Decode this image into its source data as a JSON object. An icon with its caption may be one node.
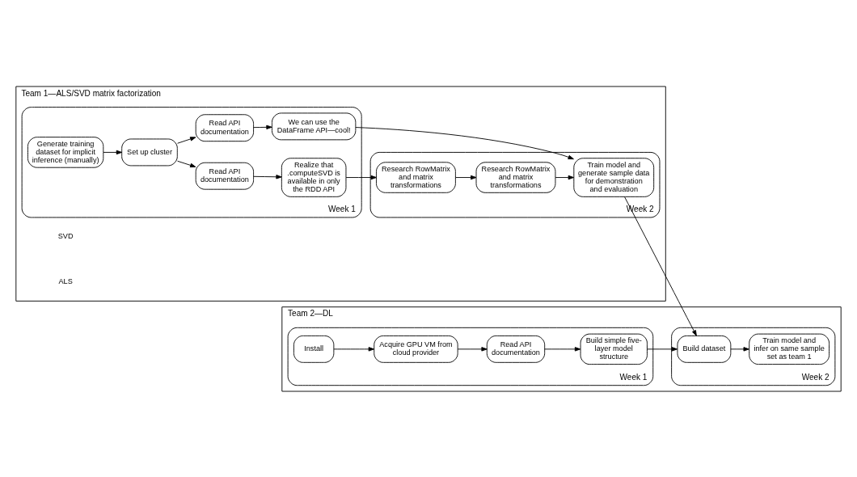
{
  "diagram": {
    "nodes": [
      {
        "text": [
          "Team 1—ALS/SVD matrix factorization"
        ]
      },
      {
        "text": [
          "Week 1"
        ],
        "in": 0
      },
      {
        "text": [
          "Week 2"
        ],
        "in": 0
      },
      {
        "text": [
          "Generate training dataset for implicit inference (manually)"
        ],
        "in": 1
      },
      {
        "text": [
          "Set up cluster"
        ],
        "in": 1
      },
      {
        "text": [
          "Read API documentation"
        ],
        "in": 1
      },
      {
        "text": [
          "Realize that .computeSVD is available in only the RDD API"
        ],
        "in": 1
      },
      {
        "text": [
          "Read API documentation"
        ],
        "in": 1
      },
      {
        "text": [
          "We can use the DataFrame API—cool!"
        ],
        "in": 1
      },
      {
        "text": [
          "Research RowMatrix and matrix transformations"
        ],
        "in": 2
      },
      {
        "text": [
          "Research RowMatrix and matrix transformations"
        ],
        "in": 2
      },
      {
        "text": [
          "Train model and generate sample data for demonstration and evaluation"
        ],
        "in": 2
      },
      {
        "text": [
          "Team 2—DL"
        ]
      },
      {
        "text": [
          "Week 1"
        ],
        "in": 12
      },
      {
        "text": [
          "Week 2"
        ],
        "in": 12
      },
      {
        "text": [
          "Install"
        ],
        "in": 13
      },
      {
        "text": [
          "Acquire GPU VM from cloud provider"
        ],
        "in": 13
      },
      {
        "text": [
          "Read API documentation"
        ],
        "in": 13
      },
      {
        "text": [
          "Build simple five-layer model structure"
        ],
        "in": 13
      },
      {
        "text": [
          "Build dataset"
        ],
        "in": 14
      },
      {
        "text": [
          "Train model and infer on same sample set as team 1"
        ],
        "in": 14
      }
    ],
    "edges": [
      {
        "from": 3,
        "to": 4,
        "arrow": "to"
      },
      {
        "from": 4,
        "to": 5,
        "arrow": "to"
      },
      {
        "from": 4,
        "to": 7,
        "arrow": "to"
      },
      {
        "from": 5,
        "to": 6,
        "arrow": "to"
      },
      {
        "from": 6,
        "to": 9,
        "arrow": "to"
      },
      {
        "from": 9,
        "to": 10,
        "arrow": "to"
      },
      {
        "from": 10,
        "to": 11,
        "arrow": "to"
      },
      {
        "from": 7,
        "to": 8,
        "arrow": "to"
      },
      {
        "from": 8,
        "to": 11,
        "arrow": "to"
      },
      {
        "from": 11,
        "to": 19,
        "arrow": "to"
      },
      {
        "from": 15,
        "to": 16,
        "arrow": "to"
      },
      {
        "from": 16,
        "to": 17,
        "arrow": "to"
      },
      {
        "from": 17,
        "to": 18,
        "arrow": "to"
      },
      {
        "from": 18,
        "to": 19,
        "arrow": "to"
      },
      {
        "from": 19,
        "to": 20,
        "arrow": "to"
      }
    ],
    "labels": [
      "SVD",
      "ALS"
    ]
  }
}
